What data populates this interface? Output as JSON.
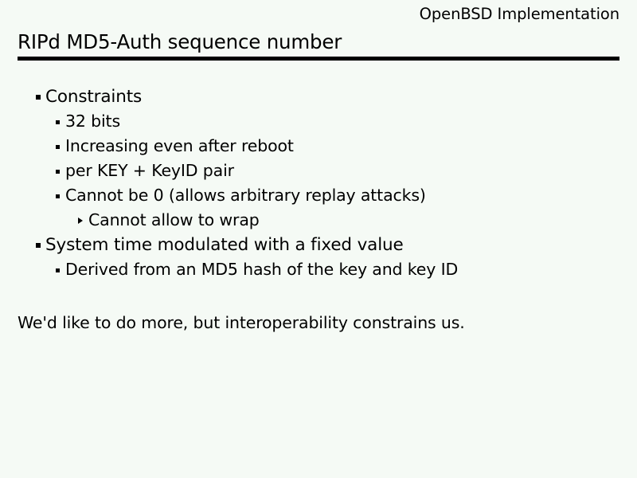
{
  "slide": {
    "header": "OpenBSD Implementation",
    "title": "RIPd MD5-Auth sequence number",
    "closing_line": "We'd like to do more, but interoperability constrains us.",
    "colors": {
      "background": "#f5faf5",
      "text": "#000000",
      "rule": "#000000"
    },
    "bullets": [
      {
        "level": 1,
        "marker": "square-bullet",
        "text": "Constraints"
      },
      {
        "level": 2,
        "marker": "square-bullet",
        "text": "32 bits"
      },
      {
        "level": 2,
        "marker": "square-bullet",
        "text": "Increasing even after reboot"
      },
      {
        "level": 2,
        "marker": "square-bullet",
        "text": "per KEY + KeyID pair"
      },
      {
        "level": 2,
        "marker": "square-bullet",
        "text": "Cannot be 0 (allows arbitrary replay attacks)"
      },
      {
        "level": 3,
        "marker": "triangle-bullet",
        "text": "Cannot allow to wrap"
      },
      {
        "level": 1,
        "marker": "square-bullet",
        "text": "System time modulated with a fixed value"
      },
      {
        "level": 2,
        "marker": "square-bullet",
        "text": "Derived from an MD5 hash of the key and key ID"
      }
    ]
  }
}
